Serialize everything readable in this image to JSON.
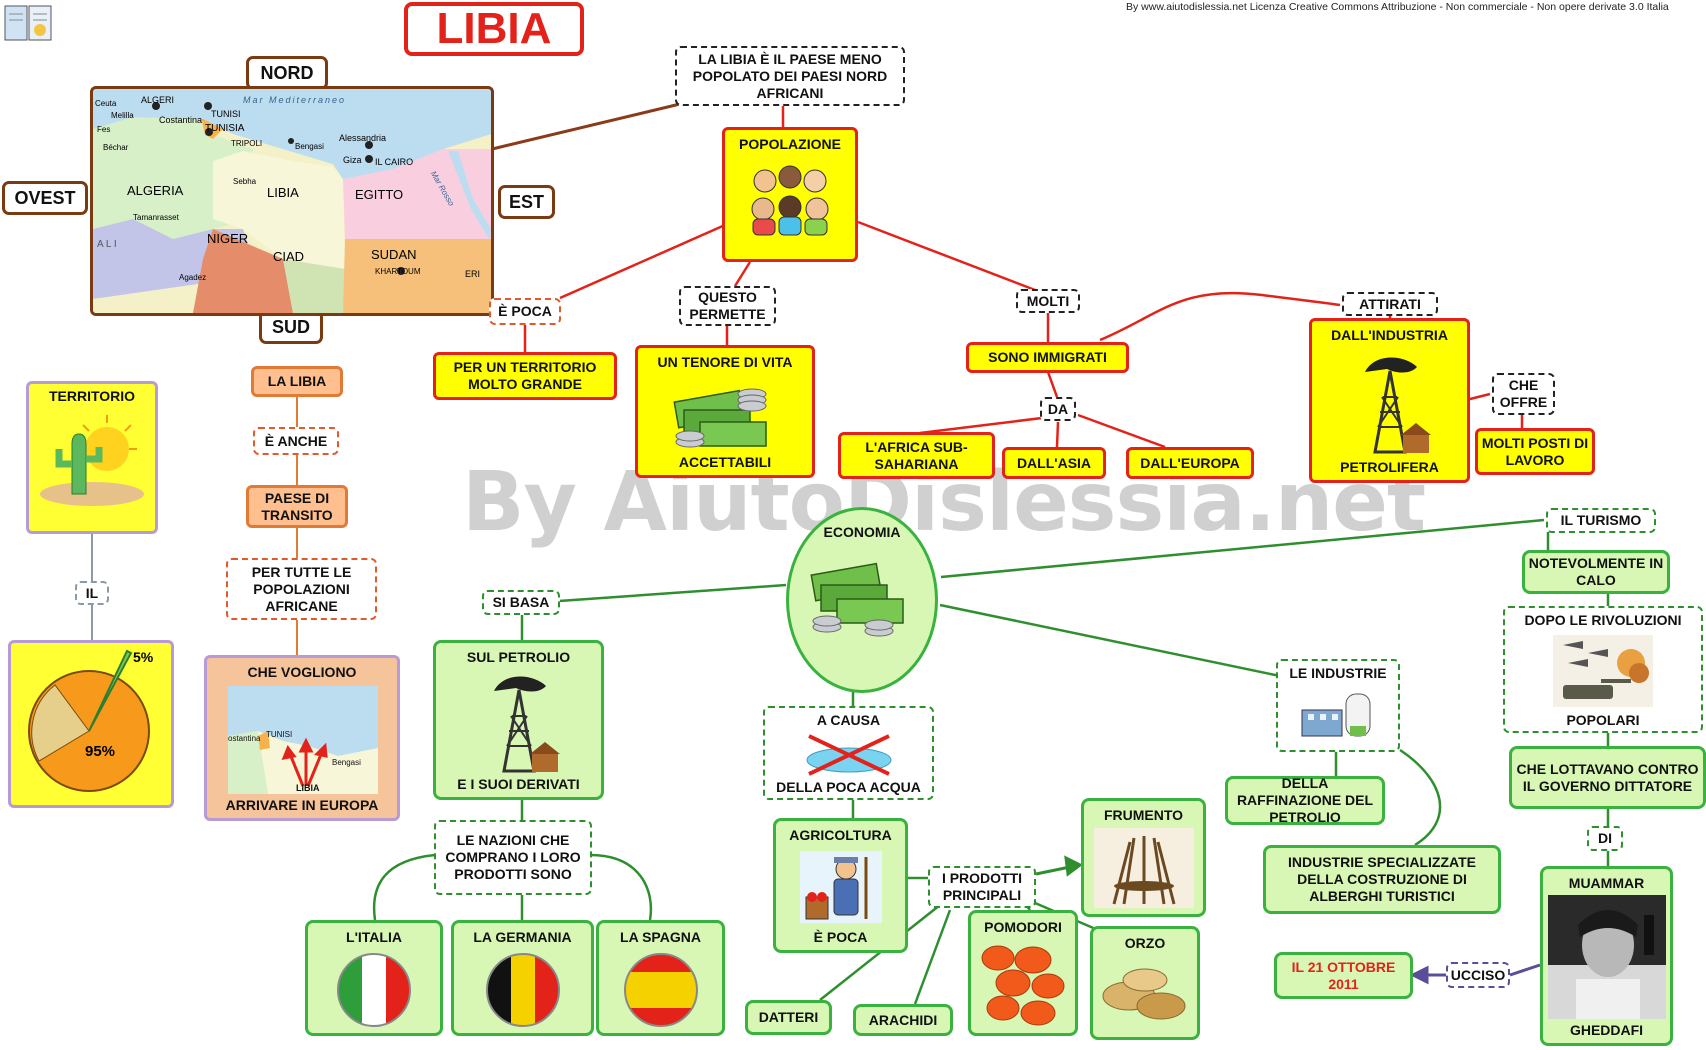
{
  "header": {
    "title": "LIBIA",
    "credit": "By www.aiutodislessia.net Licenza Creative Commons Attribuzione - Non commerciale - Non opere derivate 3.0 Italia",
    "watermark": "By AiutoDislessia.net"
  },
  "map": {
    "directions": {
      "north": "NORD",
      "south": "SUD",
      "east": "EST",
      "west": "OVEST"
    },
    "labels": {
      "ceuta": "Ceuta",
      "melilla": "Melilla",
      "fes": "Fes",
      "algeri": "ALGERI",
      "costantina": "Costantina",
      "tunisi": "TUNISI",
      "tunisia": "TUNISIA",
      "tripoli": "TRIPOLI",
      "bengasi": "Bengasi",
      "alessandria": "Alessandria",
      "giza": "Giza",
      "cairo": "IL CAIRO",
      "bechar": "Béchar",
      "algeria": "ALGERIA",
      "libia": "LIBIA",
      "egitto": "EGITTO",
      "sebha": "Sebha",
      "tamanrasset": "Tamanrasset",
      "ali": "A L I",
      "niger": "NIGER",
      "ciad": "CIAD",
      "sudan": "SUDAN",
      "khartoum": "KHARTOUM",
      "agadez": "Agadez",
      "eri": "ERI",
      "sea": "Mar Mediterraneo",
      "red_sea": "Mar Rosso"
    }
  },
  "colors": {
    "red": "#e32219",
    "yellow": "#ffff00",
    "green": "#d8f7b4",
    "green_border": "#39b23f",
    "orange": "#ffbf8f"
  },
  "population": {
    "note": "LA LIBIA È IL  PAESE MENO POPOLATO DEI PAESI NORD AFRICANI",
    "title": "POPOLAZIONE",
    "e_poca": "È POCA",
    "territory": "PER UN TERRITORIO MOLTO GRANDE",
    "questo_permette": "QUESTO PERMETTE",
    "tenore_top": "UN TENORE DI VITA",
    "tenore_bottom": "ACCETTABILI",
    "molti": "MOLTI",
    "immigrati": "SONO IMMIGRATI",
    "da": "DA",
    "africa": "L'AFRICA SUB-SAHARIANA",
    "asia": "DALL'ASIA",
    "europa": "DALL'EUROPA",
    "attirati": "ATTIRATI",
    "industria_top": "DALL'INDUSTRIA",
    "industria_bottom": "PETROLIFERA",
    "che_offre": "CHE OFFRE",
    "posti": "MOLTI POSTI DI LAVORO"
  },
  "territory": {
    "title": "TERRITORIO",
    "il": "IL",
    "pct_small": "5%",
    "pct_big": "95%"
  },
  "transit": {
    "la_libia": "LA LIBIA",
    "e_anche": "È ANCHE",
    "paese": "PAESE DI TRANSITO",
    "per_tutte": "PER TUTTE LE POPOLAZIONI AFRICANE",
    "che_vogliono": "CHE VOGLIONO",
    "arrivare": "ARRIVARE IN EUROPA",
    "map_tunisi": "TUNISI",
    "map_costantina": "ostantina",
    "map_bengasi": "Bengasi",
    "map_libia": "LIBIA"
  },
  "economy": {
    "title": "ECONOMIA",
    "si_basa": "SI BASA",
    "petrolio_top": "SUL PETROLIO",
    "petrolio_bottom": "E I SUOI DERIVATI",
    "nazioni": "LE NAZIONI CHE COMPRANO I LORO PRODOTTI SONO",
    "italia": "L'ITALIA",
    "germania": "LA GERMANIA",
    "spagna": "LA SPAGNA",
    "causa_top": "A CAUSA",
    "causa_bottom": "DELLA POCA ACQUA",
    "agri_top": "AGRICOLTURA",
    "agri_bottom": "È POCA",
    "prodotti": "I PRODOTTI PRINCIPALI",
    "frumento": "FRUMENTO",
    "pomodori": "POMODORI",
    "orzo": "ORZO",
    "datteri": "DATTERI",
    "arachidi": "ARACHIDI",
    "industrie": "LE INDUSTRIE",
    "raffinazione": "DELLA RAFFINAZIONE DEL PETROLIO",
    "alberghi": "INDUSTRIE SPECIALIZZATE DELLA COSTRUZIONE DI ALBERGHI TURISTICI",
    "turismo": "IL TURISMO",
    "calo": "NOTEVOLMENTE IN CALO",
    "rivoluzioni_top": "DOPO  LE RIVOLUZIONI",
    "rivoluzioni_bottom": "POPOLARI",
    "lottavano": "CHE LOTTAVANO CONTRO IL GOVERNO DITTATORE",
    "di": "DI",
    "muammar": "MUAMMAR",
    "gheddafi": "GHEDDAFI",
    "ucciso": "UCCISO",
    "data": "IL 21 OTTOBRE 2011"
  }
}
